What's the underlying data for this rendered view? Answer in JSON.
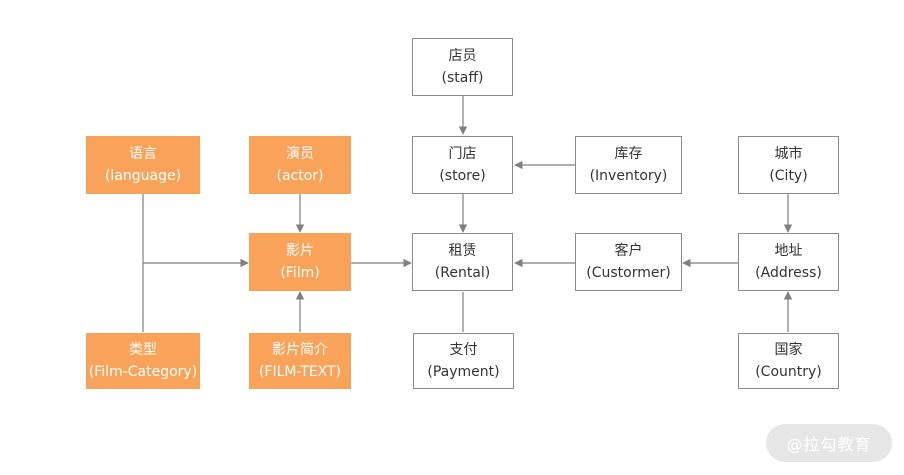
{
  "nodes": {
    "staff": {
      "zh": "店员",
      "en": "(staff)"
    },
    "store": {
      "zh": "门店",
      "en": "(store)"
    },
    "inventory": {
      "zh": "库存",
      "en": "(Inventory)"
    },
    "city": {
      "zh": "城市",
      "en": "(City)"
    },
    "language": {
      "zh": "语言",
      "en": "(language)"
    },
    "actor": {
      "zh": "演员",
      "en": "(actor)"
    },
    "film": {
      "zh": "影片",
      "en": "(Film)"
    },
    "rental": {
      "zh": "租赁",
      "en": "(Rental)"
    },
    "customer": {
      "zh": "客户",
      "en": "(Custormer)"
    },
    "address": {
      "zh": "地址",
      "en": "(Address)"
    },
    "category": {
      "zh": "类型",
      "en": "(Film-Category)"
    },
    "filmtext": {
      "zh": "影片简介",
      "en": "(FILM-TEXT)"
    },
    "payment": {
      "zh": "支付",
      "en": "(Payment)"
    },
    "country": {
      "zh": "国家",
      "en": "(Country)"
    }
  },
  "watermark": "@拉勾教育",
  "colors": {
    "highlight": "#f9a35a",
    "border": "#8a8a8a",
    "arrow": "#7f7f7f",
    "text": "#333333"
  }
}
